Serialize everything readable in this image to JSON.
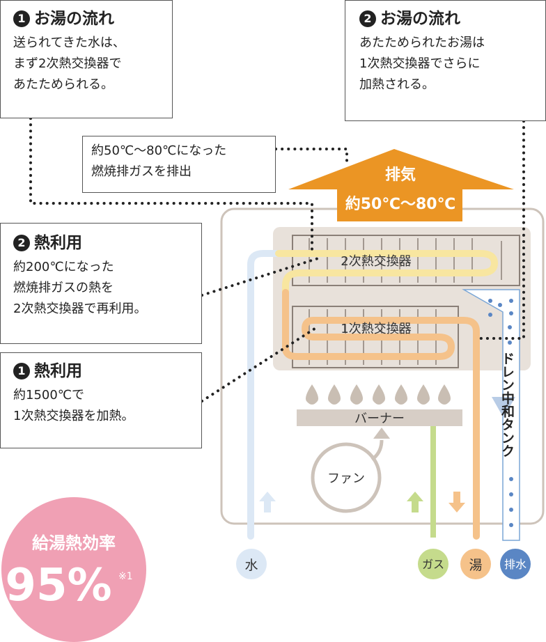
{
  "callouts": {
    "flow1": {
      "num": "1",
      "title": "お湯の流れ",
      "body": "送られてきた水は、\nまず2次熱交換器で\nあたためられる。"
    },
    "flow2": {
      "num": "2",
      "title": "お湯の流れ",
      "body": "あたためられたお湯は\n1次熱交換器でさらに\n加熱される。"
    },
    "exhaust_note": {
      "body": "約50℃〜80℃になった\n燃焼排ガスを排出"
    },
    "heat2": {
      "num": "2",
      "title": "熱利用",
      "body": "約200℃になった\n燃焼排ガスの熱を\n2次熱交換器で再利用。"
    },
    "heat1": {
      "num": "1",
      "title": "熱利用",
      "body": "約1500℃で\n1次熱交換器を加熱。"
    }
  },
  "diagram": {
    "exhaust_label": "排気",
    "exhaust_temp": "約50℃〜80℃",
    "hx2_label": "2次熱交換器",
    "hx1_label": "1次熱交換器",
    "burner_label": "バーナー",
    "fan_label": "ファン",
    "drain_label": "ドレン中和タンク",
    "pipes": [
      {
        "label": "水",
        "color": "#dce8f5"
      },
      {
        "label": "ガス",
        "color": "#c5db8c"
      },
      {
        "label": "湯",
        "color": "#f5c28a"
      },
      {
        "label": "排水",
        "color": "#5a86c4"
      }
    ],
    "colors": {
      "exhaust": "#eb9524",
      "hx2_pipe": "#f8e6a0",
      "hx1_pipe": "#f5c28a",
      "panel": "#e8e1da",
      "casing": "#cdc3ba",
      "burner": "#d7cec6",
      "flame": "#c9beb3",
      "badge": "#f0a0b4"
    }
  },
  "efficiency": {
    "title": "給湯熱効率",
    "value": "95%",
    "note": "※1"
  }
}
